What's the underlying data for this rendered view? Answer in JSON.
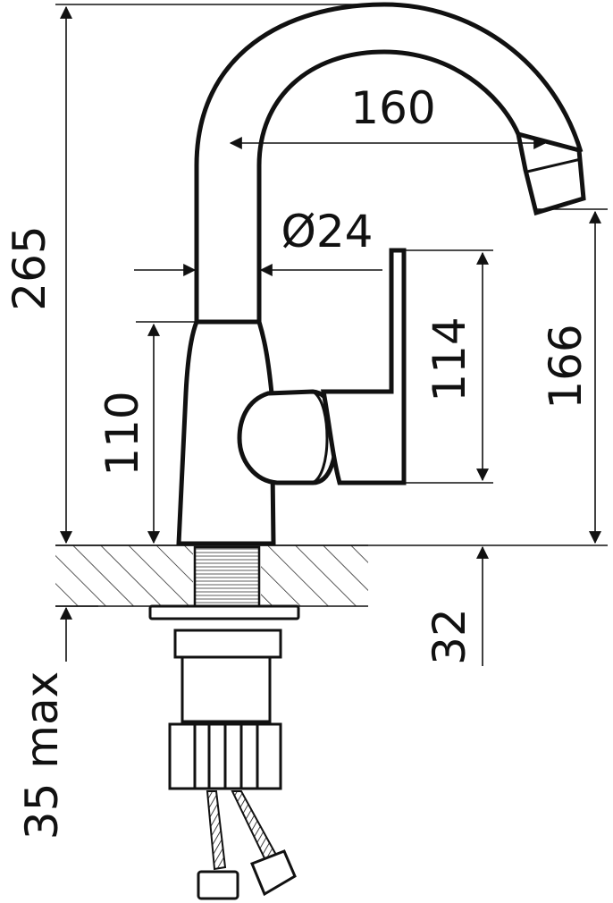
{
  "drawing": {
    "dimensions": {
      "total_height": "265",
      "spout_reach": "160",
      "spout_diameter": "Ø24",
      "body_height": "110",
      "lever_height": "114",
      "spout_outlet_height": "166",
      "countertop_thickness": "32",
      "max_mount_thickness": "35 max"
    }
  }
}
